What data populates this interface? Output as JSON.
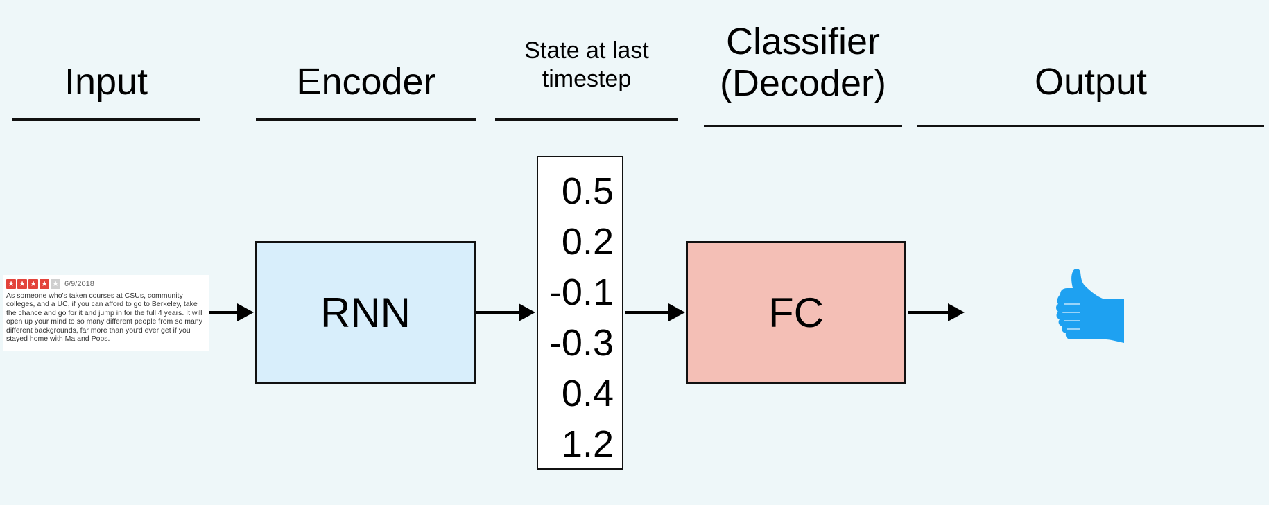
{
  "headers": {
    "input": "Input",
    "encoder": "Encoder",
    "state_line1": "State at last",
    "state_line2": "timestep",
    "classifier_line1": "Classifier",
    "classifier_line2": "(Decoder)",
    "output": "Output"
  },
  "review": {
    "rating": 4,
    "max_rating": 5,
    "date": "6/9/2018",
    "text": "As someone who's taken courses at CSUs, community colleges, and a UC, if you can afford to go to Berkeley, take the chance and go for it and jump in for the full 4 years. It will open up your mind to so many different people from so many different backgrounds, far more than you'd ever get if you stayed home with Ma and Pops."
  },
  "encoder_box": {
    "label": "RNN",
    "color": "#d8eefb"
  },
  "state_vector": [
    "0.5",
    "0.2",
    "-0.1",
    "-0.3",
    "0.4",
    "1.2"
  ],
  "classifier_box": {
    "label": "FC",
    "color": "#f4bfb6"
  },
  "output": {
    "icon": "thumbs-up-icon",
    "color": "#1ea1f1"
  }
}
